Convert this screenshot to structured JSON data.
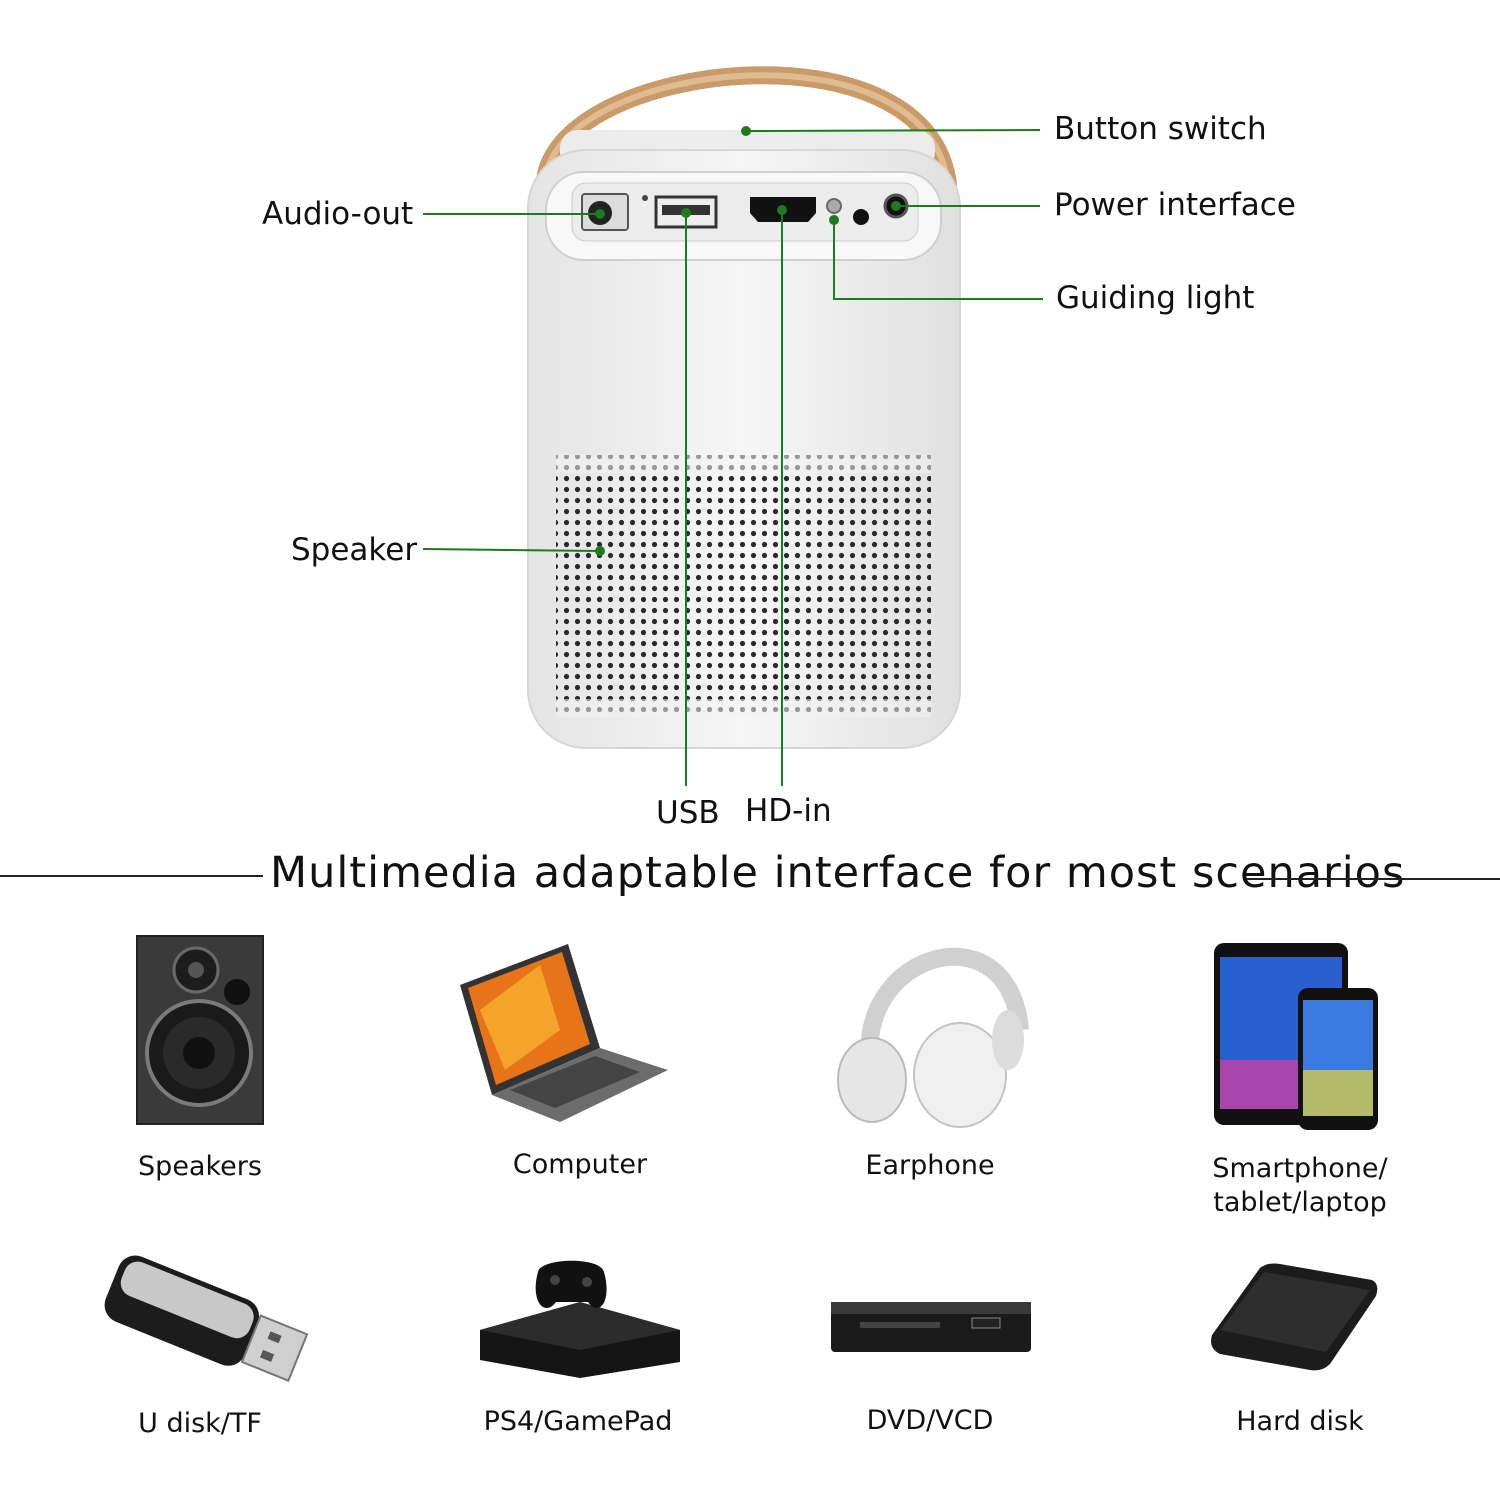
{
  "callouts": {
    "button_switch": "Button switch",
    "power_interface": "Power interface",
    "guiding_light": "Guiding light",
    "audio_out": "Audio-out",
    "speaker": "Speaker",
    "usb": "USB",
    "hd_in": "HD-in"
  },
  "headline": "Multimedia adaptable interface for most scenarios",
  "devices": {
    "speakers": "Speakers",
    "computer": "Computer",
    "earphone": "Earphone",
    "smartphone_line1": "Smartphone/",
    "smartphone_line2": "tablet/laptop",
    "udisk": "U disk/TF",
    "ps4": "PS4/GamePad",
    "dvd": "DVD/VCD",
    "harddisk": "Hard disk"
  },
  "colors": {
    "leader_line": "#1e7a1e",
    "projector_body": "#f1f1f1",
    "strap": "#c99a6a"
  }
}
